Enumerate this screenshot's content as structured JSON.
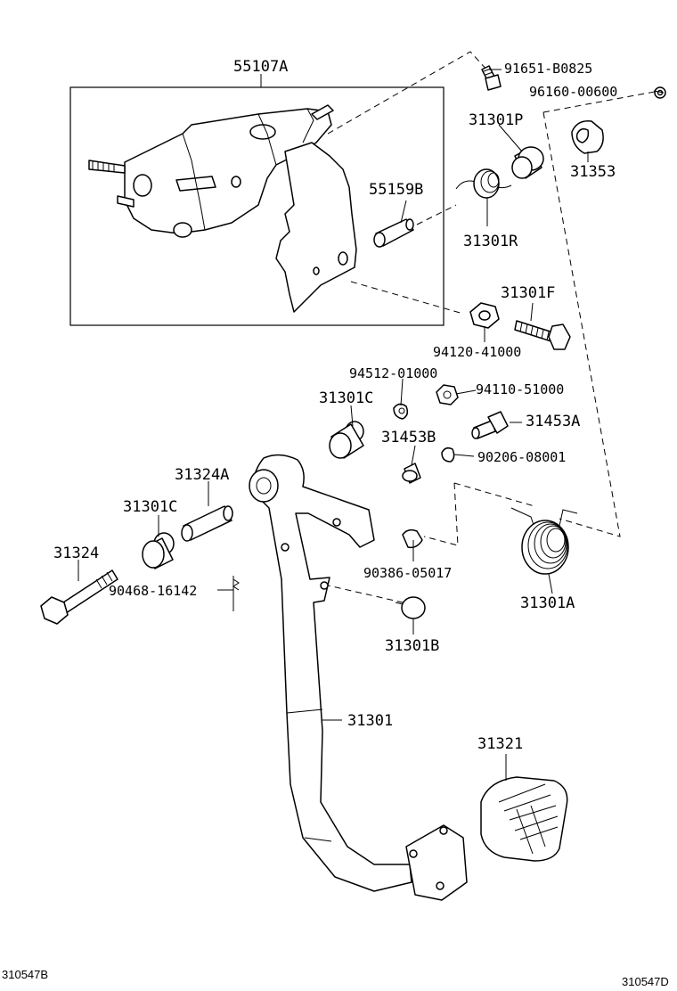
{
  "labels": {
    "p55107A": "55107A",
    "p91651": "91651-B0825",
    "p96160": "96160-00600",
    "p31301P": "31301P",
    "p31353": "31353",
    "p55159B": "55159B",
    "p31301R": "31301R",
    "p31301F": "31301F",
    "p94120": "94120-41000",
    "p94512": "94512-01000",
    "p31301C_top": "31301C",
    "p94110": "94110-51000",
    "p31453A": "31453A",
    "p31453B": "31453B",
    "p90206": "90206-08001",
    "p31324A": "31324A",
    "p31301C_left": "31301C",
    "p31324": "31324",
    "p90468": "90468-16142",
    "p90386": "90386-05017",
    "p31301A": "31301A",
    "p31301B": "31301B",
    "p31301": "31301",
    "p31321": "31321"
  },
  "footer": {
    "left_code": "310547B",
    "right_code": "310547D"
  }
}
